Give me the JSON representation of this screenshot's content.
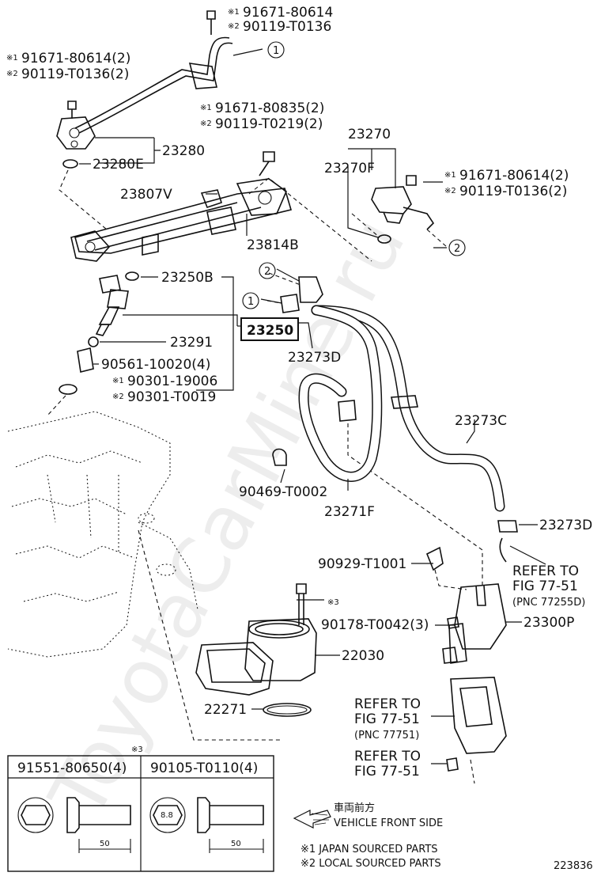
{
  "mark1": "※1",
  "mark2": "※2",
  "mark3": "※3",
  "circle1": "1",
  "circle2": "2",
  "labels": {
    "p_91671_80614_top": "91671-80614",
    "p_90119_T0136_top": "90119-T0136",
    "p_91671_80614_2_left": "91671-80614(2)",
    "p_90119_T0136_2_left": "90119-T0136(2)",
    "p_91671_80835_2": "91671-80835(2)",
    "p_90119_T0219_2": "90119-T0219(2)",
    "p_23270": "23270",
    "p_23270F": "23270F",
    "p_91671_80614_2_right": "91671-80614(2)",
    "p_90119_T0136_2_right": "90119-T0136(2)",
    "p_23280": "23280",
    "p_23280E": "23280E",
    "p_23807V": "23807V",
    "p_23814B": "23814B",
    "p_23250B": "23250B",
    "p_23250": "23250",
    "p_23273D_a": "23273D",
    "p_23291": "23291",
    "p_90561": "90561-10020(4)",
    "p_90301_19006": "90301-19006",
    "p_90301_T0019": "90301-T0019",
    "p_23273C": "23273C",
    "p_90469": "90469-T0002",
    "p_23271F": "23271F",
    "p_23273D_b": "23273D",
    "ref1_line1": "REFER TO",
    "ref1_line2": "FIG 77-51",
    "ref1_line3": "(PNC 77255D)",
    "p_90929": "90929-T1001",
    "p_90178": "90178-T0042(3)",
    "p_23300P": "23300P",
    "p_22030": "22030",
    "p_22271": "22271",
    "ref2_line1": "REFER TO",
    "ref2_line2": "FIG 77-51",
    "ref2_line3": "(PNC 77751)",
    "ref3_line1": "REFER TO",
    "ref3_line2": "FIG 77-51"
  },
  "bolt_table": {
    "col1": "91551-80650(4)",
    "col2": "90105-T0110(4)",
    "dim1": "50",
    "dim2": "50",
    "head_mark": "8.8"
  },
  "legend": {
    "front_jp": "車両前方",
    "front_en": "VEHICLE FRONT SIDE",
    "note1": "※1 JAPAN SOURCED PARTS",
    "note2": "※2 LOCAL SOURCED PARTS"
  },
  "diagram_number": "223836",
  "watermark": "ToyotaCarMine.ru"
}
